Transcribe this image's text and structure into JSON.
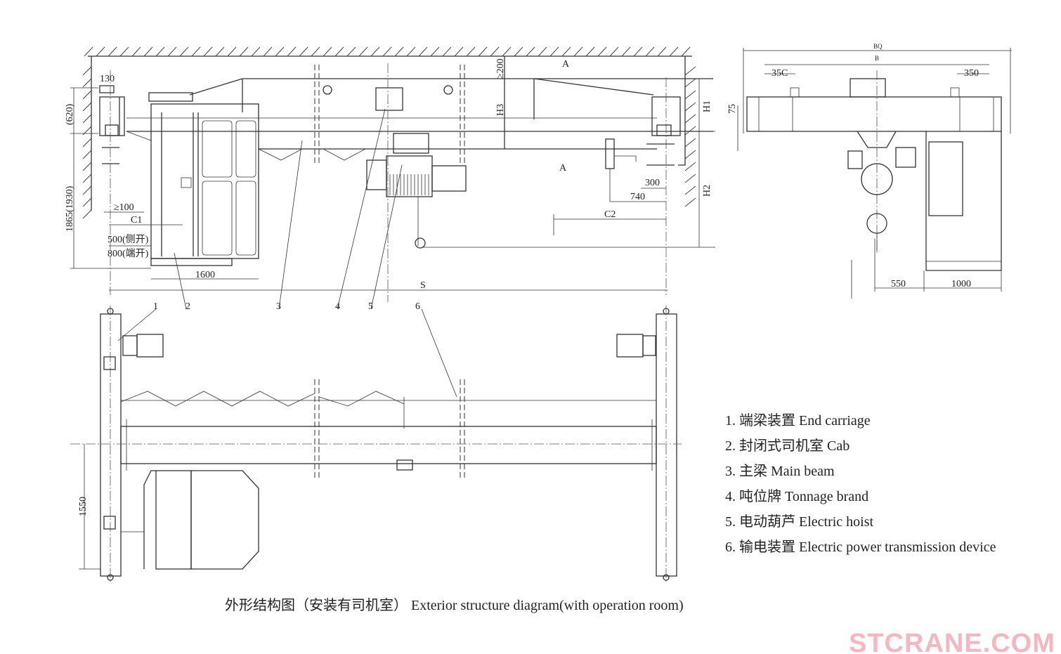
{
  "dimensions": {
    "d130": "130",
    "d620": "(620)",
    "d1865": "1865(1930)",
    "d100": "≥100",
    "c1": "C1",
    "d500": "500(侧开)",
    "d800": "800(端开)",
    "d1600": "1600",
    "s": "S",
    "d200": "≥200",
    "h3": "H3",
    "a_top": "A",
    "a_mid": "A",
    "h1": "H1",
    "h2": "H2",
    "d300": "300",
    "d740": "740",
    "c2": "C2",
    "d1550": "1550",
    "bq": "BQ",
    "b": "B",
    "d350_left": "35C",
    "d350_right": "350",
    "d75": "75",
    "d550": "550",
    "d1000": "1000"
  },
  "callouts": [
    "1",
    "2",
    "3",
    "4",
    "5",
    "6"
  ],
  "legend": [
    "1. 端梁装置 End carriage",
    "2. 封闭式司机室 Cab",
    "3. 主梁 Main beam",
    "4. 吨位牌 Tonnage brand",
    "5. 电动葫芦 Electric hoist",
    "6. 输电装置 Electric power transmission device"
  ],
  "caption": "外形结构图（安装有司机室） Exterior structure diagram(with operation room)",
  "watermark": "STCRANE.COM"
}
